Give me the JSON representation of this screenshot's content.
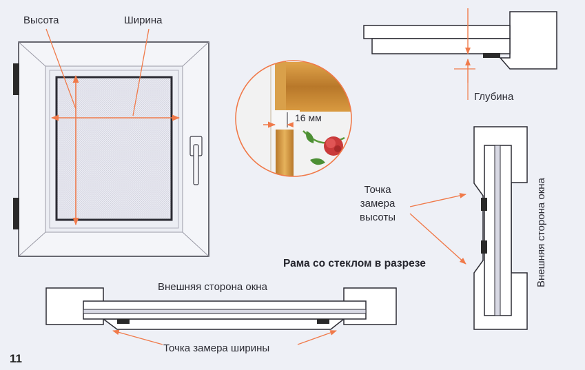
{
  "labels": {
    "height": "Высота",
    "width": "Ширина",
    "depth": "Глубина",
    "mm16": "16 мм",
    "height_point": [
      "Точка",
      "замера",
      "высоты"
    ],
    "section_title": "Рама со стеклом в разрезе",
    "outer_side_vertical": "Внешняя сторона окна",
    "outer_side_horizontal": "Внешняя сторона окна",
    "width_point": "Точка замера ширины",
    "page_number": "11"
  },
  "colors": {
    "background": "#eef0f6",
    "arrow": "#f07a4a",
    "line": "#2b2b33",
    "profile": "#ffffff",
    "glass": "#d8d9e4",
    "gasket": "#2a2a2a",
    "wood": "#c7892f"
  },
  "icons": {
    "handle": "window-handle-icon",
    "rose": "rose-icon"
  }
}
